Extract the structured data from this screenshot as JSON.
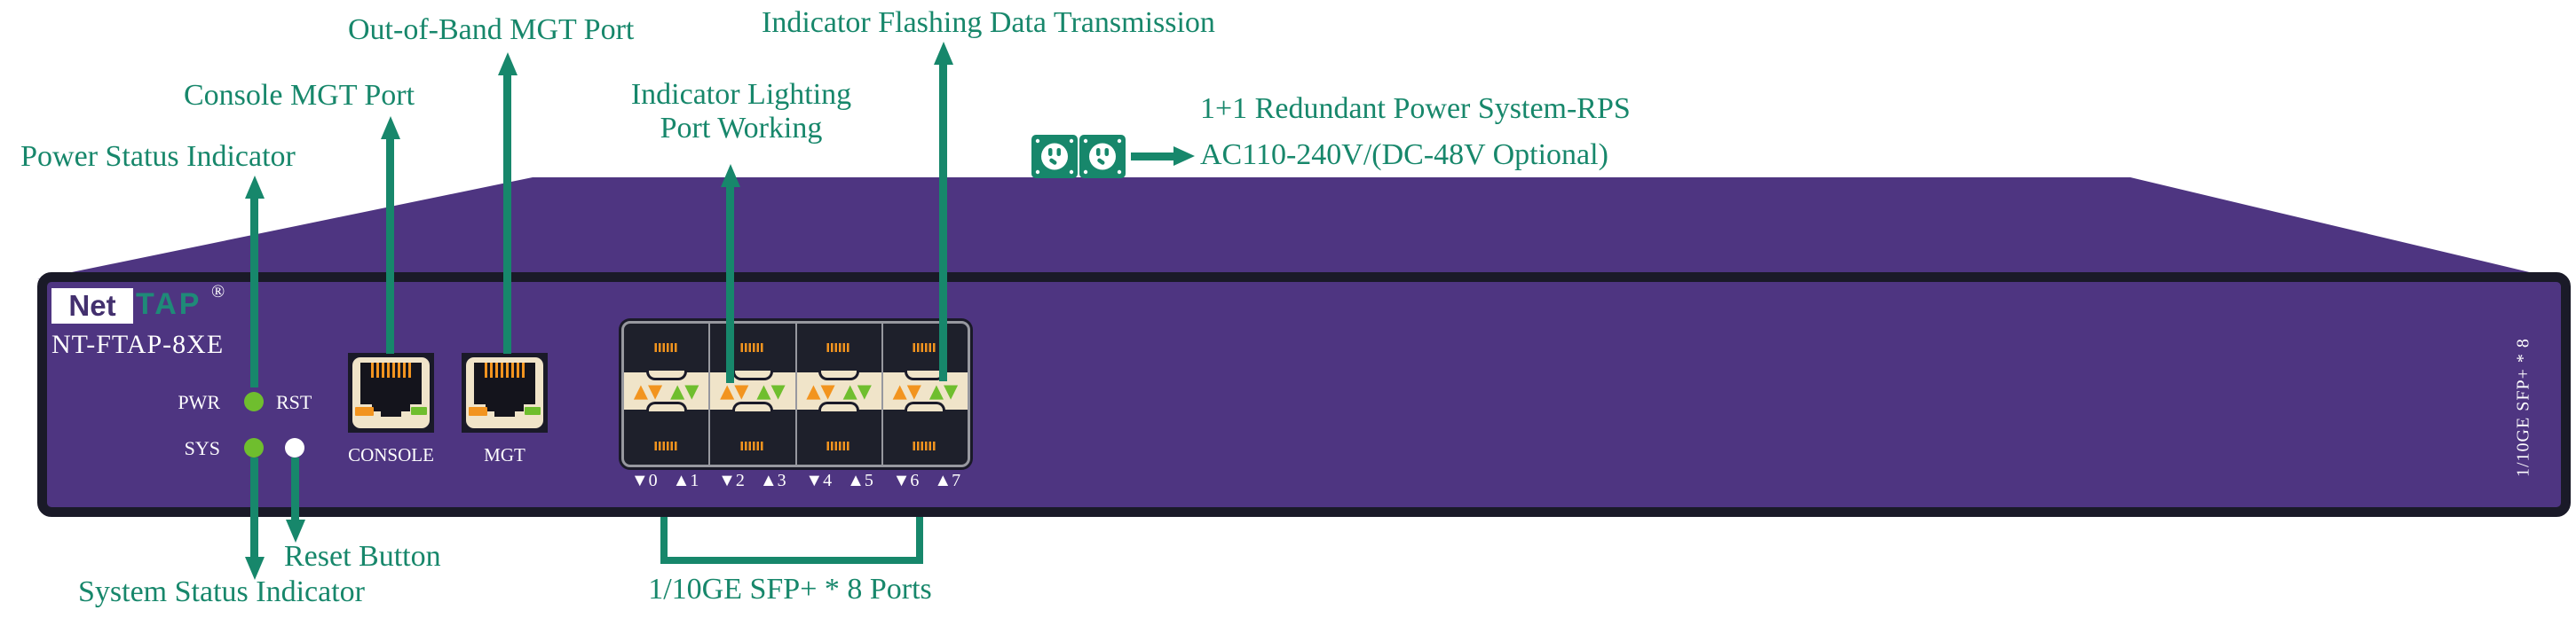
{
  "device": {
    "brand": {
      "net": "Net",
      "tap": "TAP",
      "reg": "®"
    },
    "model": "NT-FTAP-8XE",
    "leds": {
      "pwr": "PWR",
      "rst": "RST",
      "sys": "SYS"
    },
    "ports": {
      "console": "CONSOLE",
      "mgt": "MGT"
    },
    "sfp_port_labels": [
      "▼0",
      "▲1",
      "▼2",
      "▲3",
      "▼4",
      "▲5",
      "▼6",
      "▲7"
    ],
    "side_label": "1/10GE SFP+ * 8"
  },
  "annotations": {
    "power_status": "Power Status Indicator",
    "console_port": "Console MGT Port",
    "oob_port": "Out-of-Band MGT Port",
    "lighting_line1": "Indicator Lighting",
    "lighting_line2": "Port Working",
    "flashing": "Indicator Flashing Data Transmission",
    "rps_line1": "1+1 Redundant Power System-RPS",
    "rps_line2": "AC110-240V/(DC-48V Optional)",
    "system_status": "System Status Indicator",
    "reset_button": "Reset Button",
    "sfp_ports": "1/10GE SFP+ * 8 Ports"
  },
  "colors": {
    "purple": "#4E3581",
    "outline": "#1A1A28",
    "teal": "#17876B",
    "logo-teal": "#1F8A78",
    "logo-purple": "#43306E",
    "cream": "#F0E4C9",
    "orange": "#F2941F",
    "green": "#6FBE2E",
    "cage-bg": "#1E202B",
    "cage-border": "#97989F",
    "white": "#FFFFFF"
  }
}
